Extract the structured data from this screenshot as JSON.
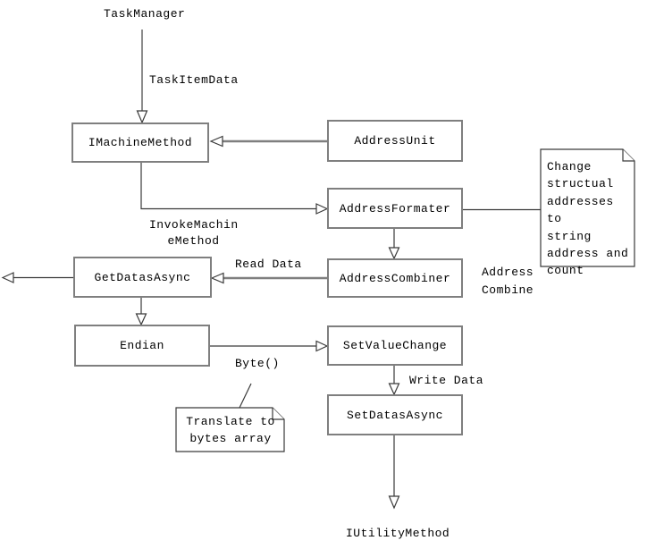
{
  "diagram": {
    "type": "uml-collaboration-flow",
    "background_color": "#ffffff",
    "box_border_color": "#7f7f7f",
    "thin_line_color": "#3a3a3a",
    "text_color": "#000000",
    "boxes": [
      {
        "id": "IMachineMethod",
        "label": "IMachineMethod"
      },
      {
        "id": "AddressUnit",
        "label": "AddressUnit"
      },
      {
        "id": "AddressFormater",
        "label": "AddressFormater"
      },
      {
        "id": "AddressCombiner",
        "label": "AddressCombiner"
      },
      {
        "id": "GetDatasAsync",
        "label": "GetDatasAsync"
      },
      {
        "id": "Endian",
        "label": "Endian"
      },
      {
        "id": "SetValueChange",
        "label": "SetValueChange"
      },
      {
        "id": "SetDatasAsync",
        "label": "SetDatasAsync"
      }
    ],
    "labels": [
      {
        "id": "TaskManager",
        "text": "TaskManager"
      },
      {
        "id": "TaskItemData",
        "text": "TaskItemData"
      },
      {
        "id": "InvokeMachineMethod",
        "text": "InvokeMachin\neMethod"
      },
      {
        "id": "ReadData",
        "text": "Read Data"
      },
      {
        "id": "AddressCombine",
        "text": "Address\nCombine"
      },
      {
        "id": "Byte",
        "text": "Byte()"
      },
      {
        "id": "WriteData",
        "text": "Write Data"
      },
      {
        "id": "IUtilityMethod",
        "text": "IUtilityMethod"
      }
    ],
    "notes": [
      {
        "id": "note-change",
        "text": "Change\nstructual\naddresses to\nstring\naddress and\ncount"
      },
      {
        "id": "note-translate",
        "text": "Translate to\nbytes array"
      }
    ],
    "edges": [
      {
        "from": "TaskManager",
        "to": "IMachineMethod",
        "label": "TaskItemData",
        "arrowhead": "open-triangle"
      },
      {
        "from": "AddressUnit",
        "to": "IMachineMethod",
        "label": "",
        "arrowhead": "open-triangle"
      },
      {
        "from": "IMachineMethod",
        "to": "AddressFormater",
        "label": "InvokeMachineMethod",
        "arrowhead": "open-triangle"
      },
      {
        "from": "AddressFormater",
        "to": "AddressCombiner",
        "label": "Address Combine",
        "arrowhead": "open-triangle"
      },
      {
        "from": "AddressFormater",
        "to": "note-change",
        "label": "",
        "arrowhead": "none"
      },
      {
        "from": "AddressCombiner",
        "to": "GetDatasAsync",
        "label": "Read Data",
        "arrowhead": "open-triangle"
      },
      {
        "from": "GetDatasAsync",
        "to": "off-canvas-left",
        "label": "",
        "arrowhead": "open-triangle"
      },
      {
        "from": "GetDatasAsync",
        "to": "Endian",
        "label": "",
        "arrowhead": "open-triangle"
      },
      {
        "from": "Endian",
        "to": "SetValueChange",
        "label": "Byte()",
        "arrowhead": "open-triangle"
      },
      {
        "from": "Byte()",
        "to": "note-translate",
        "label": "",
        "arrowhead": "none"
      },
      {
        "from": "SetValueChange",
        "to": "SetDatasAsync",
        "label": "Write Data",
        "arrowhead": "open-triangle"
      },
      {
        "from": "SetDatasAsync",
        "to": "IUtilityMethod",
        "label": "",
        "arrowhead": "open-triangle"
      }
    ]
  }
}
